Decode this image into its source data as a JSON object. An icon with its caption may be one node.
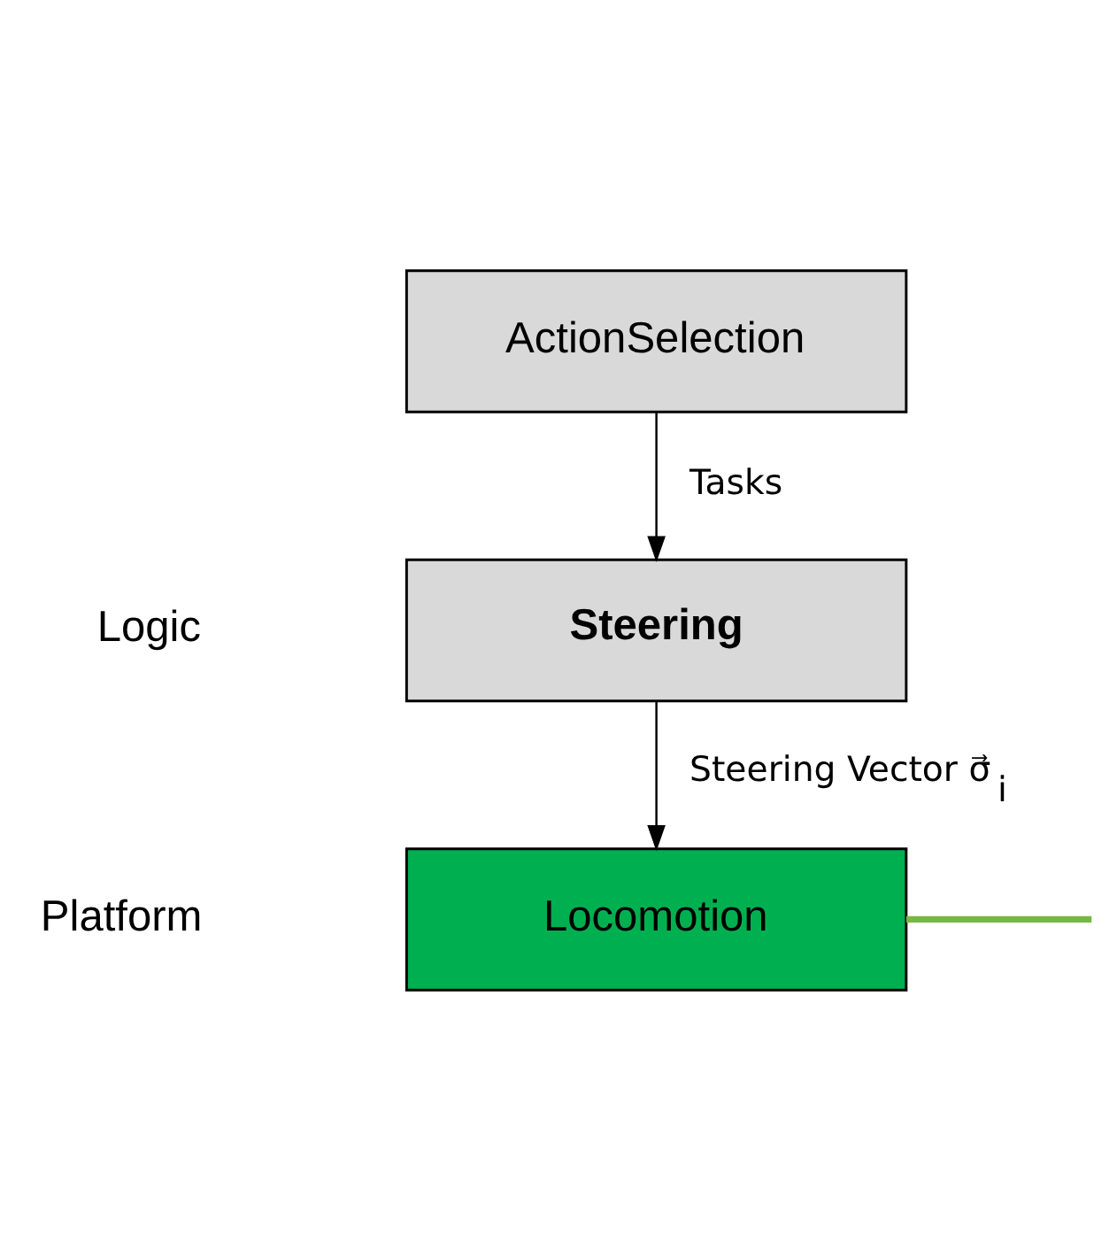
{
  "diagram": {
    "nodes": [
      {
        "text": [
          "ActionSelection"
        ]
      },
      {
        "text": [
          "Steering"
        ]
      },
      {
        "text": [
          "Locomotion"
        ]
      }
    ],
    "edges": [
      {
        "from": 0,
        "to": 1,
        "arrow": "to",
        "label": "Tasks"
      },
      {
        "from": 1,
        "to": 2,
        "arrow": "to",
        "label": "Steering Vector σ⃗$_{i}$"
      },
      {
        "from": 2,
        "to": null,
        "arrow": "none",
        "style": "thick",
        "color": "#77b843"
      }
    ],
    "labels": [
      "Logic",
      "Platform"
    ]
  }
}
